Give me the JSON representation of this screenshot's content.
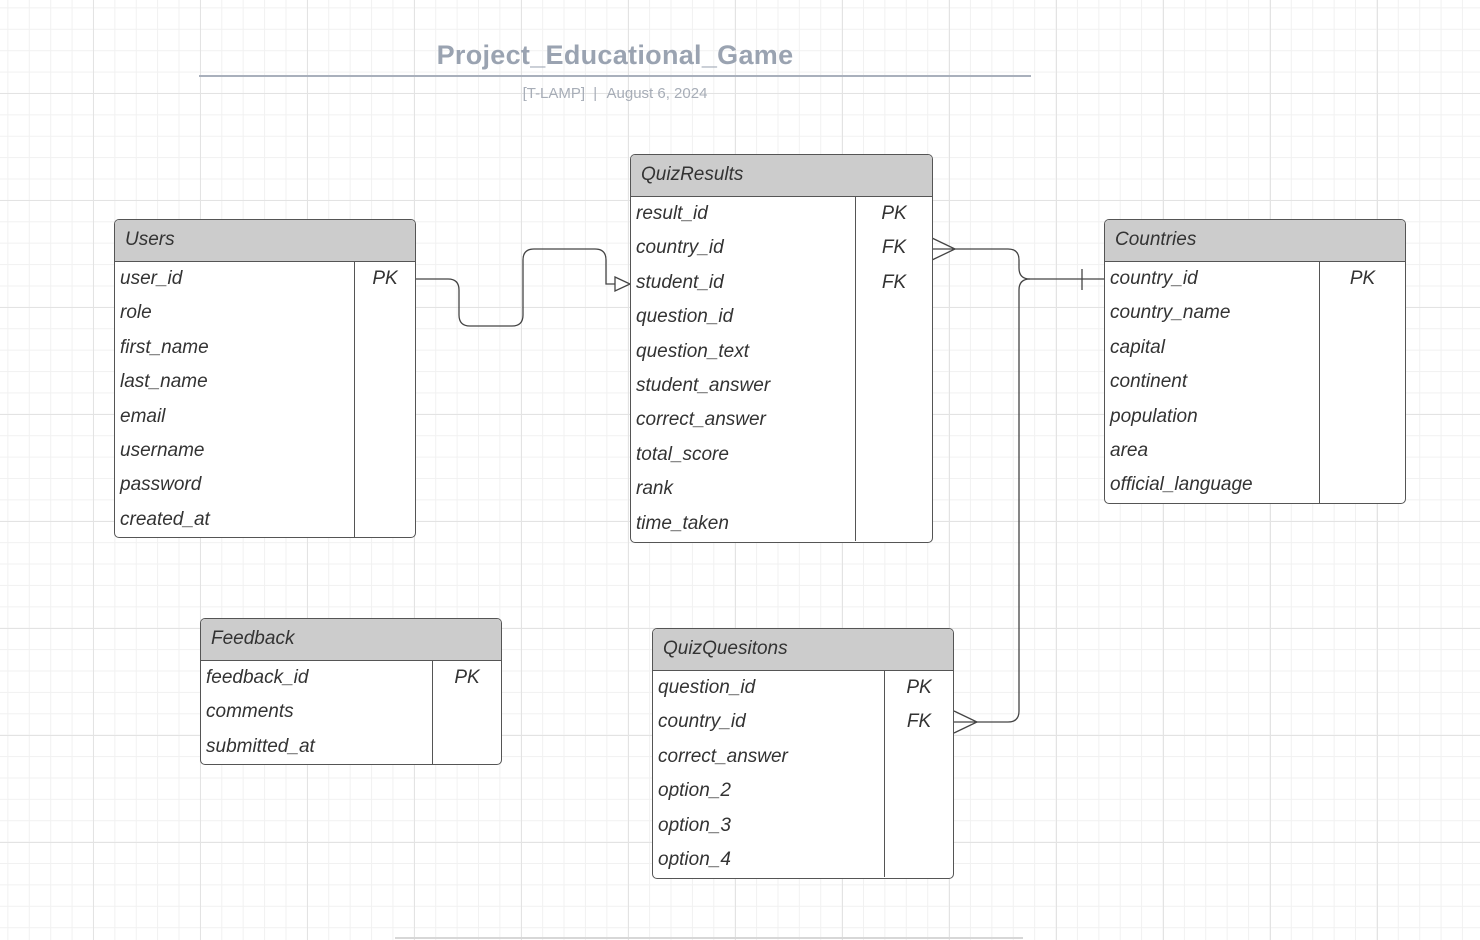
{
  "diagram": {
    "title": "Project_Educational_Game",
    "subtitle_team": "[T-LAMP]",
    "subtitle_sep": "|",
    "subtitle_date": "August 6, 2024"
  },
  "colors": {
    "header_fill": "#cccccc",
    "border": "#555555",
    "title": "#9aa3b1",
    "connector": "#444444"
  },
  "entities": {
    "users": {
      "name": "Users",
      "fields": [
        {
          "name": "user_id",
          "key": "PK"
        },
        {
          "name": "role",
          "key": ""
        },
        {
          "name": "first_name",
          "key": ""
        },
        {
          "name": "last_name",
          "key": ""
        },
        {
          "name": "email",
          "key": ""
        },
        {
          "name": "username",
          "key": ""
        },
        {
          "name": "password",
          "key": ""
        },
        {
          "name": "created_at",
          "key": ""
        }
      ]
    },
    "quizresults": {
      "name": "QuizResults",
      "fields": [
        {
          "name": "result_id",
          "key": "PK"
        },
        {
          "name": "country_id",
          "key": "FK"
        },
        {
          "name": "student_id",
          "key": "FK"
        },
        {
          "name": "question_id",
          "key": ""
        },
        {
          "name": "question_text",
          "key": ""
        },
        {
          "name": "student_answer",
          "key": ""
        },
        {
          "name": "correct_answer",
          "key": ""
        },
        {
          "name": "total_score",
          "key": ""
        },
        {
          "name": "rank",
          "key": ""
        },
        {
          "name": "time_taken",
          "key": ""
        }
      ]
    },
    "countries": {
      "name": "Countries",
      "fields": [
        {
          "name": "country_id",
          "key": "PK"
        },
        {
          "name": "country_name",
          "key": ""
        },
        {
          "name": "capital",
          "key": ""
        },
        {
          "name": "continent",
          "key": ""
        },
        {
          "name": "population",
          "key": ""
        },
        {
          "name": "area",
          "key": ""
        },
        {
          "name": "official_language",
          "key": ""
        }
      ]
    },
    "feedback": {
      "name": "Feedback",
      "fields": [
        {
          "name": "feedback_id",
          "key": "PK"
        },
        {
          "name": "comments",
          "key": ""
        },
        {
          "name": "submitted_at",
          "key": ""
        }
      ]
    },
    "quizquestions": {
      "name": "QuizQuesitons",
      "fields": [
        {
          "name": "question_id",
          "key": "PK"
        },
        {
          "name": "country_id",
          "key": "FK"
        },
        {
          "name": "correct_answer",
          "key": ""
        },
        {
          "name": "option_2",
          "key": ""
        },
        {
          "name": "option_3",
          "key": ""
        },
        {
          "name": "option_4",
          "key": ""
        }
      ]
    }
  }
}
